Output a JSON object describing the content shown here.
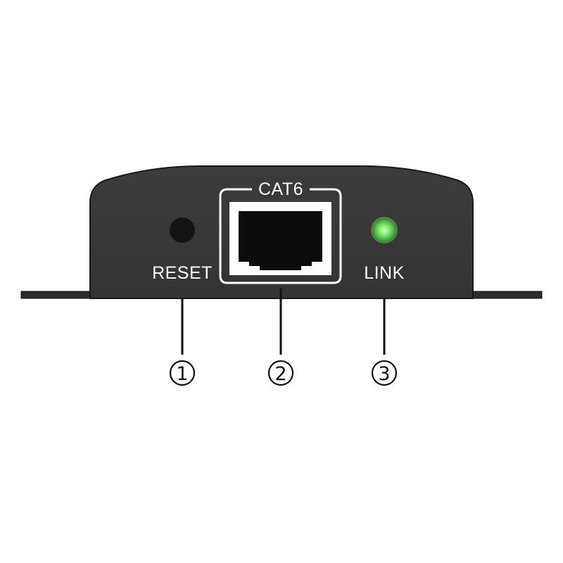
{
  "device": {
    "port_frame_label": "CAT6",
    "reset_label": "RESET",
    "link_label": "LINK",
    "colors": {
      "body": "#3a3836",
      "body_edge": "#1a1a1a",
      "label_text": "#ffffff",
      "led_green": "#6fe36a",
      "port_hole": "#0c0c0c",
      "reset_hole": "#141414"
    }
  },
  "callouts": [
    {
      "number": "1",
      "target": "RESET"
    },
    {
      "number": "2",
      "target": "CAT6"
    },
    {
      "number": "3",
      "target": "LINK"
    }
  ]
}
